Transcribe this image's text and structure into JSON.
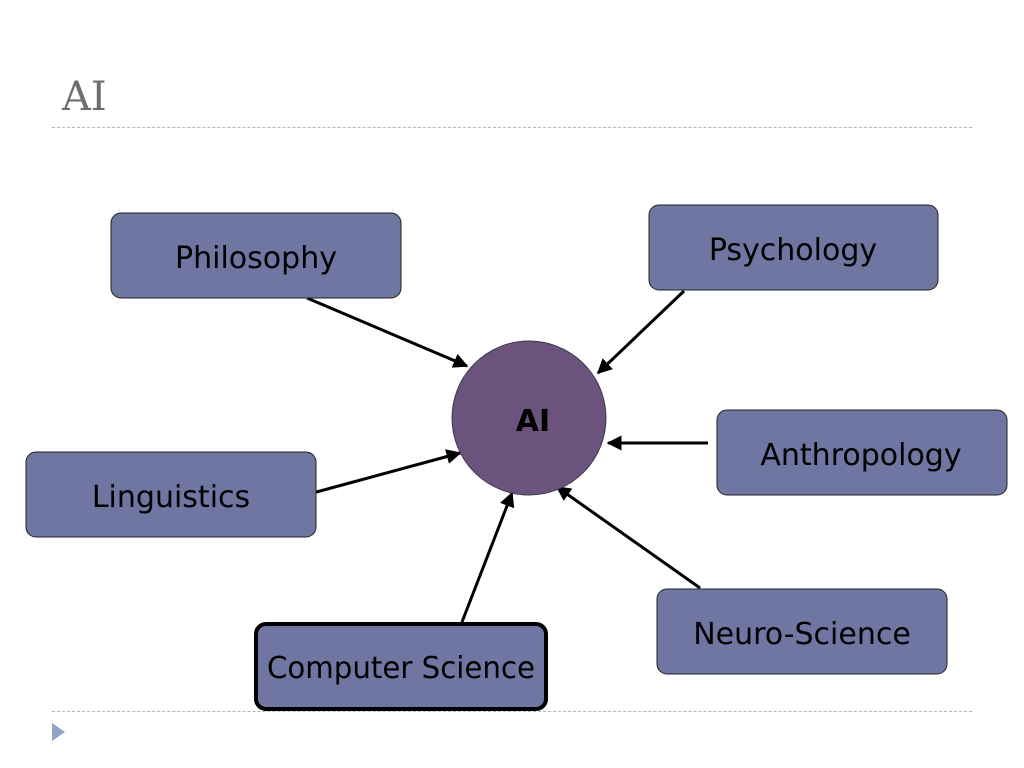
{
  "slide": {
    "title": "AI"
  },
  "diagram": {
    "hub": {
      "label": "AI"
    },
    "nodes": [
      {
        "id": "philosophy",
        "label": "Philosophy"
      },
      {
        "id": "psychology",
        "label": "Psychology"
      },
      {
        "id": "anthropology",
        "label": "Anthropology"
      },
      {
        "id": "neuro-science",
        "label": "Neuro-Science"
      },
      {
        "id": "computer-science",
        "label": "Computer Science",
        "highlighted": true
      },
      {
        "id": "linguistics",
        "label": "Linguistics"
      }
    ]
  },
  "colors": {
    "node_fill": "#6e76a1",
    "hub_fill": "#6b537d",
    "title": "#6e6e6e",
    "rule": "#a9b8c9",
    "arrow": "#000000",
    "nav_icon": "#8ea5c3"
  },
  "nav": {
    "icon": "play-triangle-icon"
  }
}
